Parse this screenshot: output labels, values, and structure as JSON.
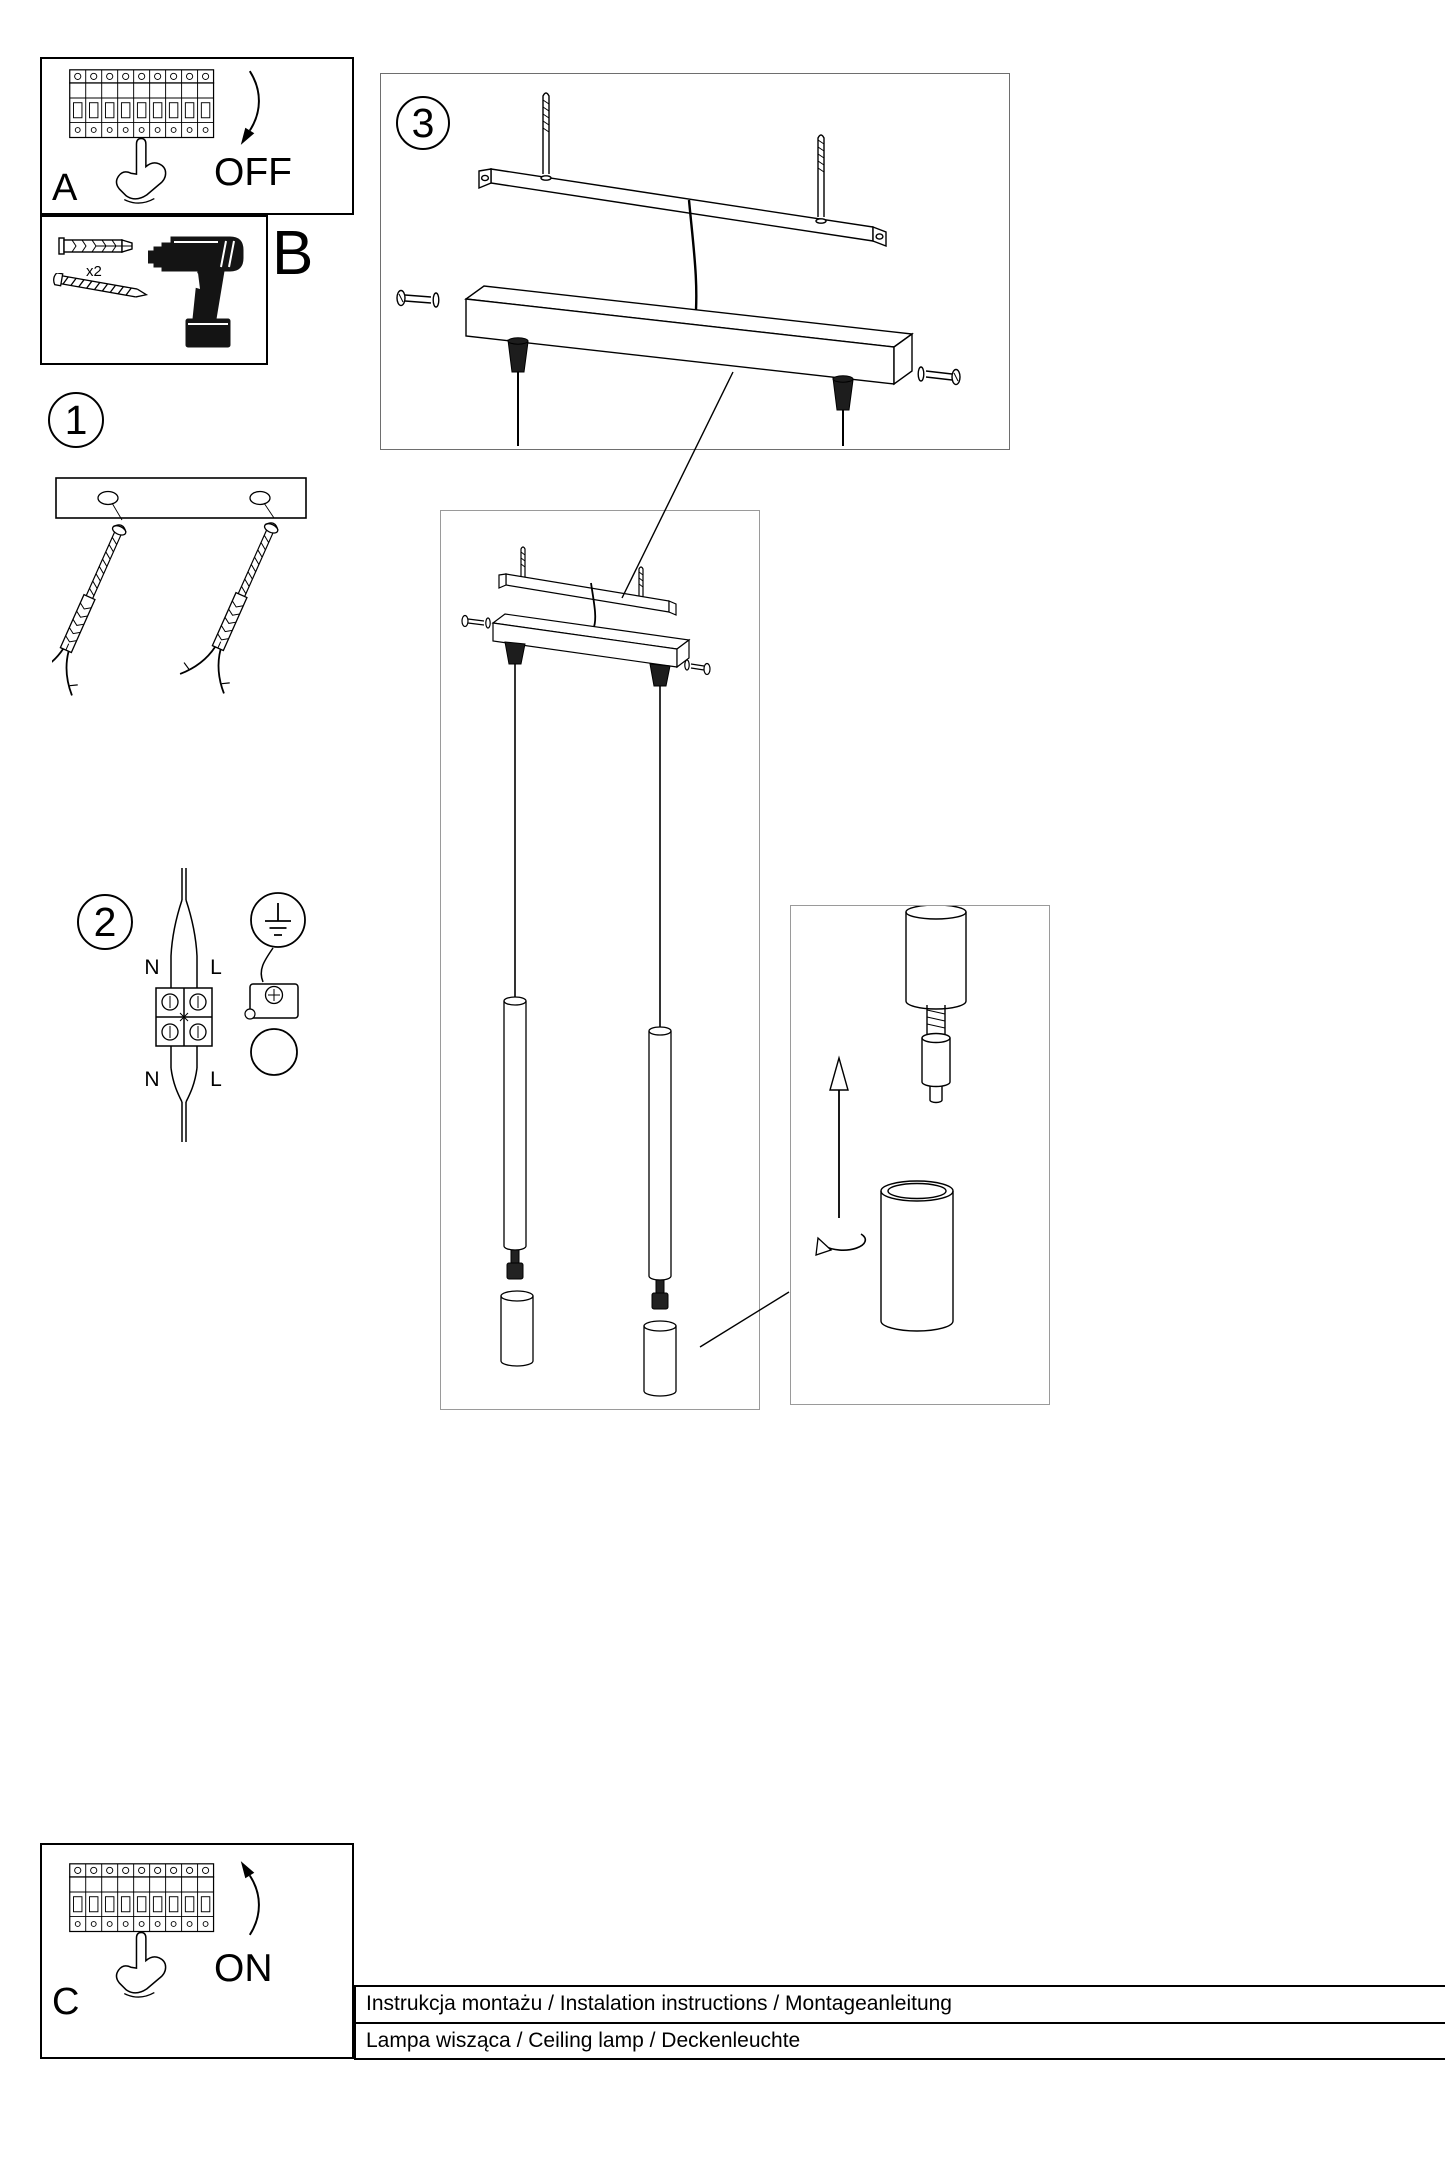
{
  "colors": {
    "ink": "#000000",
    "paper": "#ffffff",
    "frame_light": "#9a9a9a"
  },
  "panel_a": {
    "letter": "A",
    "switch_state": "OFF"
  },
  "panel_b": {
    "letter": "B",
    "quantity": "x2"
  },
  "panel_c": {
    "letter": "C",
    "switch_state": "ON"
  },
  "step_1": {
    "number": "1"
  },
  "step_2": {
    "number": "2",
    "terminals": {
      "top_left": "N",
      "top_right": "L",
      "bottom_left": "N",
      "bottom_right": "L"
    }
  },
  "step_3": {
    "number": "3"
  },
  "footer": {
    "line_1": "Instrukcja montażu / Instalation instructions / Montageanleitung",
    "line_2": "Lampa wisząca / Ceiling lamp / Deckenleuchte"
  }
}
